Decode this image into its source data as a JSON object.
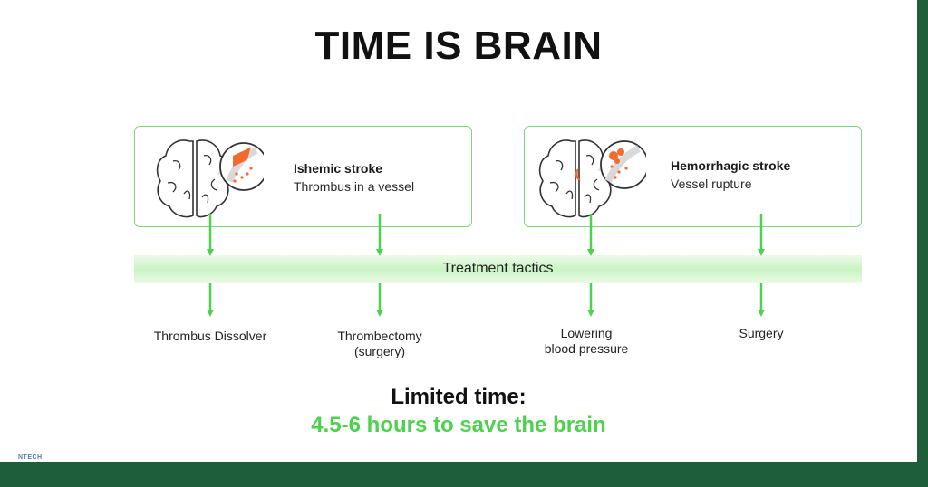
{
  "title": "TIME IS BRAIN",
  "cards": [
    {
      "title": "Ishemic stroke",
      "subtitle": "Thrombus in a vessel",
      "icon": "brain-ischemic-icon"
    },
    {
      "title": "Hemorrhagic stroke",
      "subtitle": "Vessel rupture",
      "icon": "brain-hemorrhagic-icon"
    }
  ],
  "treatment_label": "Treatment tactics",
  "outcomes": [
    {
      "line1": "Thrombus Dissolver",
      "line2": ""
    },
    {
      "line1": "Thrombectomy",
      "line2": "(surgery)"
    },
    {
      "line1": "Lowering",
      "line2": "blood pressure"
    },
    {
      "line1": "Surgery",
      "line2": ""
    }
  ],
  "limited_time": "Limited time:",
  "hours_text": "4.5-6 hours to save the brain",
  "brand": "NTECH",
  "colors": {
    "accent_green": "#4ed14e",
    "border_green": "#7ed87e",
    "band_green": "#c9f3c3",
    "frame_green": "#1e5e3a",
    "clot_orange": "#f26a2e"
  }
}
